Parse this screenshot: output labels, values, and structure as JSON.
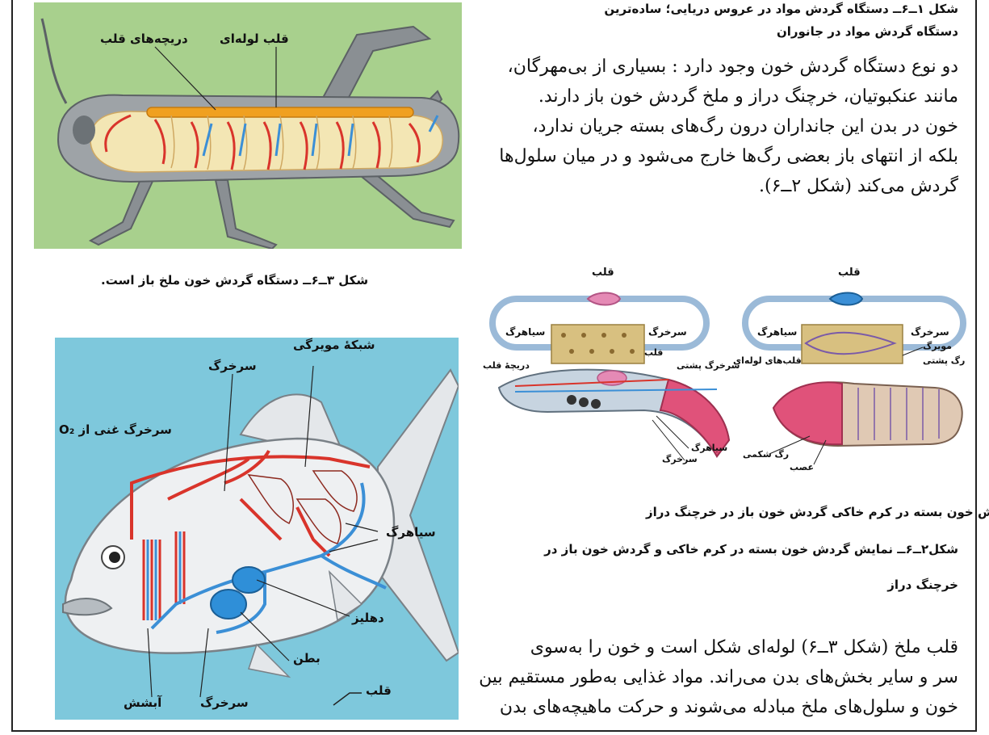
{
  "fig1_caption": {
    "line1": "شکل ۱ــ۶ــ دستگاه گردش مواد در عروس دریایی؛ ساده‌ترین",
    "line2": "دستگاه گردش مواد در جانوران"
  },
  "paragraph1": [
    "دو نوع دستگاه گردش خون وجود دارد : بسیاری از بی‌مهرگان،",
    "مانند عنکبوتیان، خرچنگ دراز و ملخ گردش خون باز دارند.",
    "خون در بدن این جانداران درون رگ‌های بسته جریان ندارد،",
    "بلکه از انتهای باز بعضی رگ‌ها خارج می‌شود و در میان سلول‌ها",
    "گردش می‌کند (شکل ۲ــ۶)."
  ],
  "grasshopper": {
    "label_valves": "دریچه‌های قلب",
    "label_tube_heart": "قلب لوله‌ای",
    "caption": "شکل ۳ــ۶ــ دستگاه گردش خون ملخ باز است."
  },
  "fish": {
    "label_o2_artery": "سرخرگ غنی از O₂",
    "label_capillary_net": "شبکهٔ مویرگی",
    "label_artery_top": "سرخرگ",
    "label_vein": "سیاهرگ",
    "label_atrium": "دهلیز",
    "label_ventricle": "بطن",
    "label_heart": "قلب",
    "label_artery_bottom": "سرخرگ",
    "label_gill": "آبشش"
  },
  "fig2": {
    "lobster": {
      "heart": "قلب",
      "artery": "سرخرگ",
      "vein": "سیاهرگ",
      "heart_small": "قلب",
      "heart_valve": "دریچهٔ قلب",
      "dorsal_artery": "سرخرگ پشتی",
      "vein_bottom": "سیاهرگ",
      "artery_bottom": "سرخرگ",
      "caption": "گردش خون باز در خرچنگ دراز"
    },
    "earthworm": {
      "heart": "قلب",
      "artery": "سرخرگ",
      "vein": "سیاهرگ",
      "tube_hearts": "قلب‌های لوله‌ای",
      "capillary": "مویرگ",
      "dorsal_vessel": "رگ پشتی",
      "ventral_vessel": "رگ شکمی",
      "nerve": "عصب",
      "caption": "گردش خون بسته در کرم خاکی"
    },
    "caption_line1": "شکل۲ــ۶ــ نمایش گردش خون بسته در کرم خاکی و گردش خون باز در",
    "caption_line2": "خرچنگ دراز"
  },
  "paragraph2": [
    "قلب ملخ (شکل ۳ــ۶) لوله‌ای شکل است و خون را به‌سوی",
    "سر و سایر بخش‌های بدن می‌راند. مواد غذایی به‌طور مستقیم بین",
    "خون و سلول‌های ملخ مبادله می‌شوند و حرکت ماهیچه‌های بدن"
  ],
  "colors": {
    "grasshopper_bg": "#a8d08d",
    "fish_bg": "#7ec8dc",
    "artery_red": "#d9342b",
    "vein_blue": "#3b8fd6",
    "heart_pink": "#e58ab5",
    "tissue_tan": "#d8c080"
  }
}
